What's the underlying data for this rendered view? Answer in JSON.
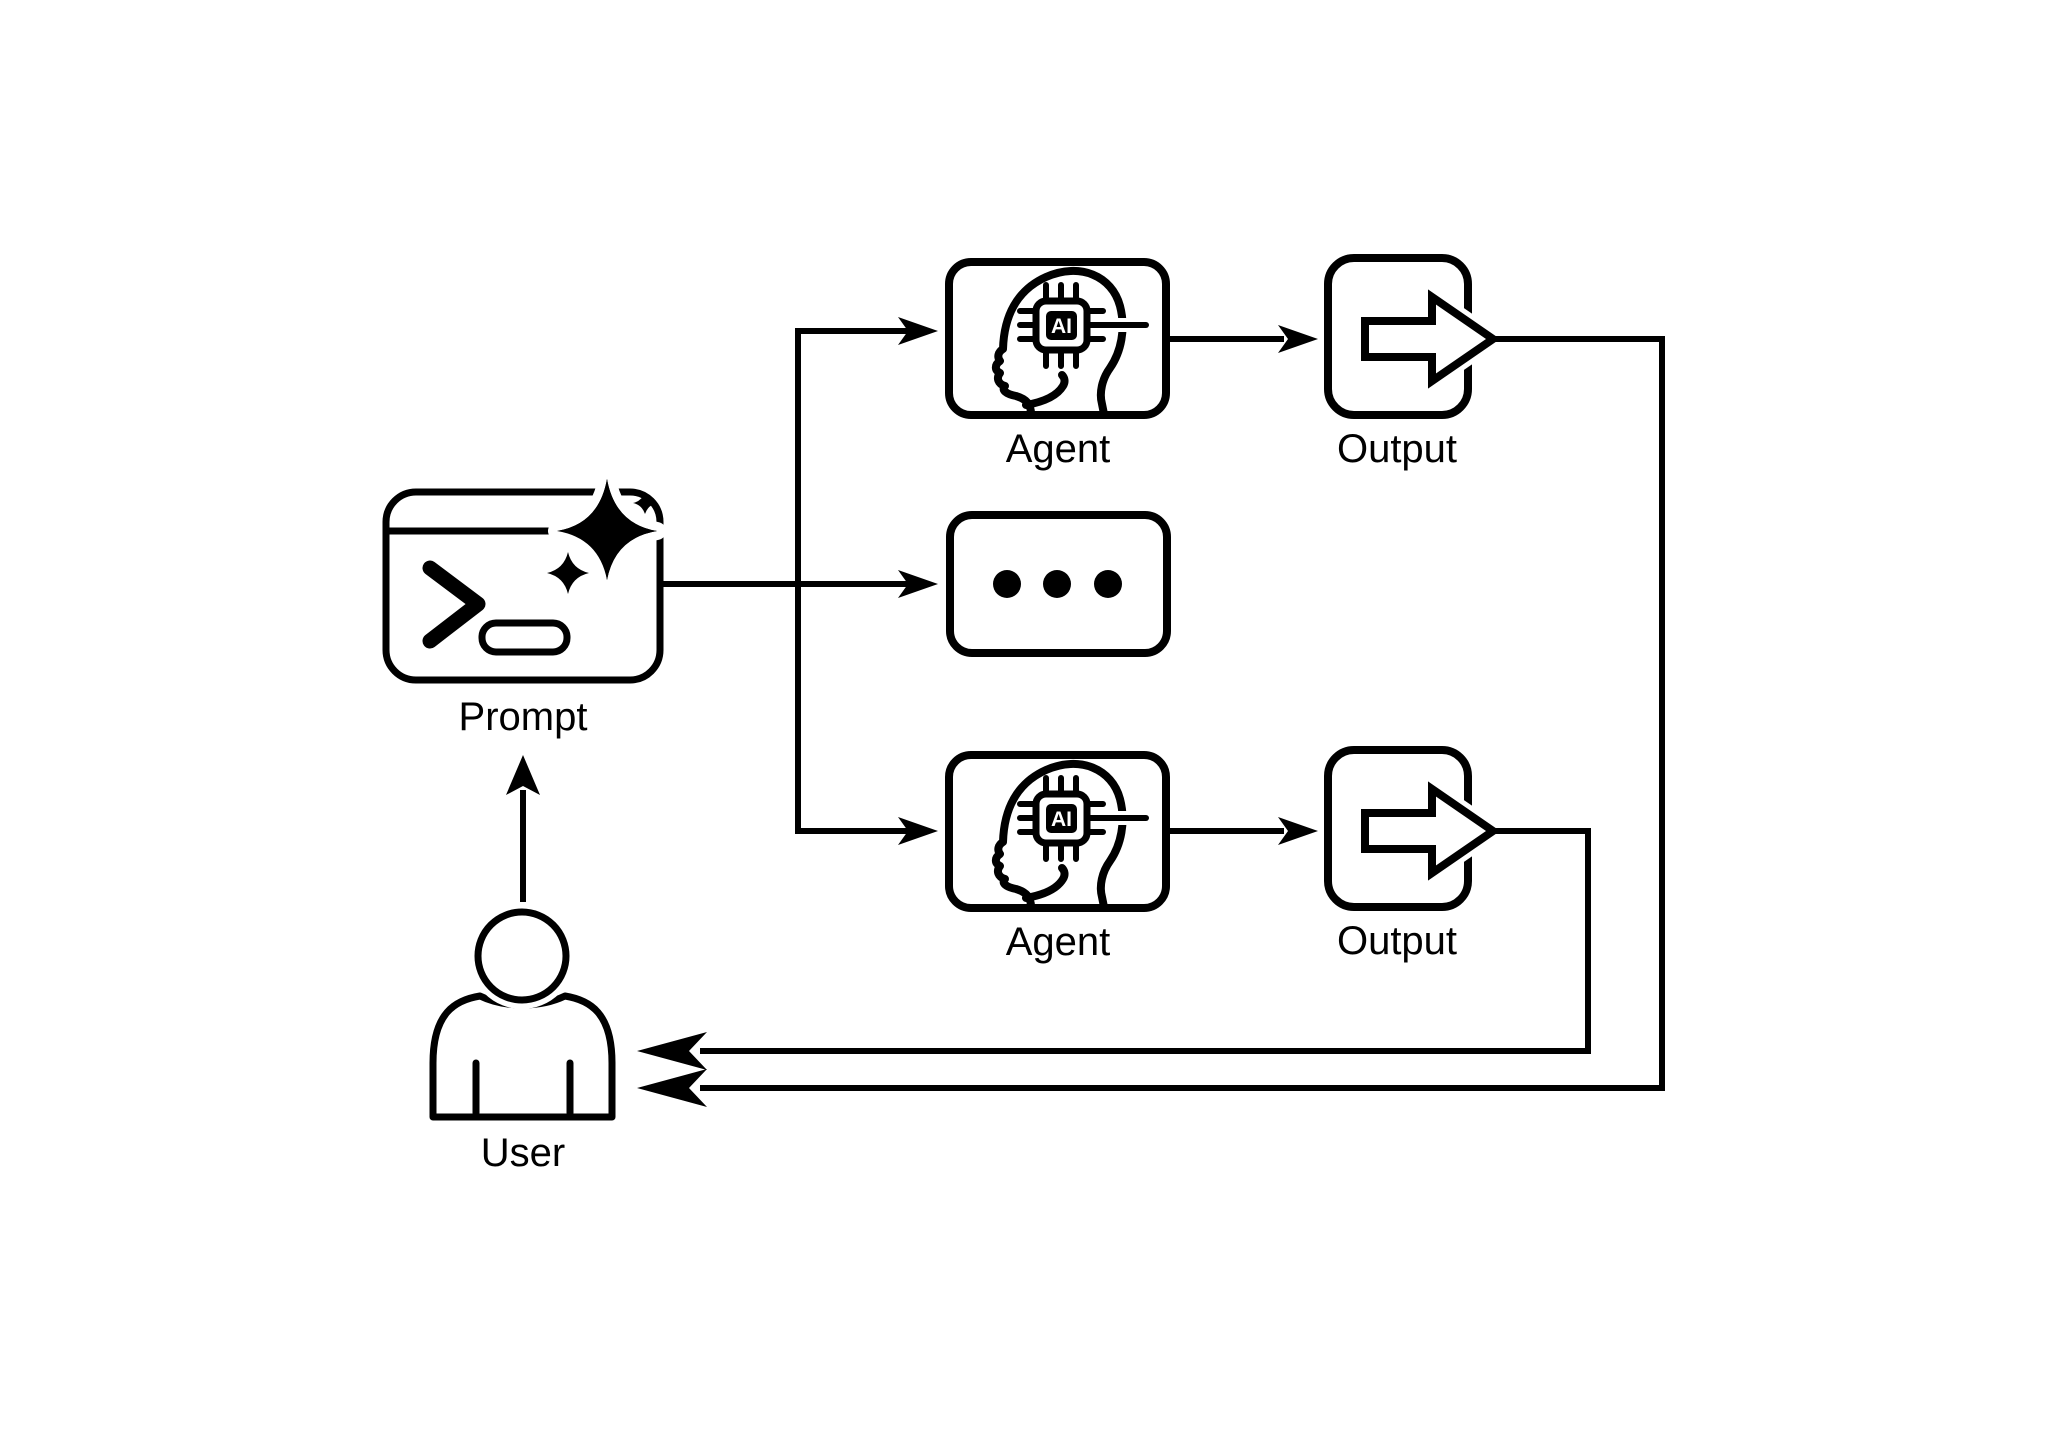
{
  "diagram": {
    "background_color": "#ffffff",
    "line_color": "#000000",
    "nodes": {
      "prompt": {
        "label": "Prompt",
        "icon": "terminal-sparkle-icon"
      },
      "agent_top": {
        "label": "Agent",
        "icon": "ai-head-chip-icon",
        "chip_label": "AI"
      },
      "ellipsis": {
        "label": "",
        "icon": "ellipsis-icon"
      },
      "agent_bottom": {
        "label": "Agent",
        "icon": "ai-head-chip-icon",
        "chip_label": "AI"
      },
      "output_top": {
        "label": "Output",
        "icon": "export-arrow-icon"
      },
      "output_bottom": {
        "label": "Output",
        "icon": "export-arrow-icon"
      },
      "user": {
        "label": "User",
        "icon": "person-icon"
      }
    },
    "edges": [
      {
        "from": "user",
        "to": "prompt"
      },
      {
        "from": "prompt",
        "to": "agent_top"
      },
      {
        "from": "prompt",
        "to": "ellipsis"
      },
      {
        "from": "prompt",
        "to": "agent_bottom"
      },
      {
        "from": "agent_top",
        "to": "output_top"
      },
      {
        "from": "agent_bottom",
        "to": "output_bottom"
      },
      {
        "from": "output_top",
        "to": "user"
      },
      {
        "from": "output_bottom",
        "to": "user"
      }
    ]
  }
}
